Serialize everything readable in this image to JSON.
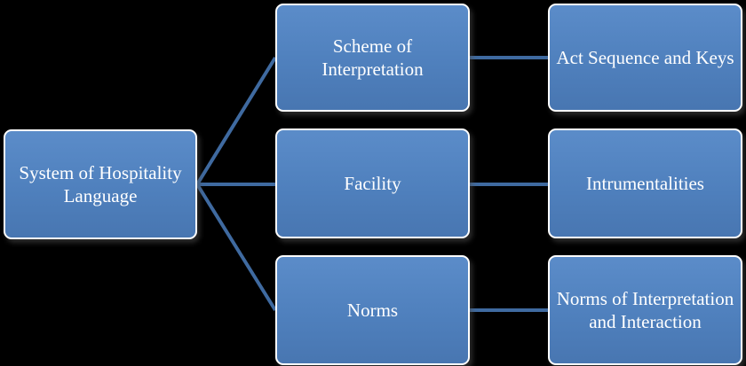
{
  "diagram": {
    "root": {
      "label": "System of Hospitality Language"
    },
    "branches": [
      {
        "label": "Scheme of Interpretation",
        "child": {
          "label": "Act Sequence and Keys"
        }
      },
      {
        "label": "Facility",
        "child": {
          "label": "Intrumentalities"
        }
      },
      {
        "label": "Norms",
        "child": {
          "label": "Norms of Interpretation and Interaction"
        }
      }
    ],
    "colors": {
      "background": "#000000",
      "node_fill": "#4f80bd",
      "node_border": "#ffffff",
      "connector": "#3f6aa0",
      "text": "#ffffff"
    }
  }
}
